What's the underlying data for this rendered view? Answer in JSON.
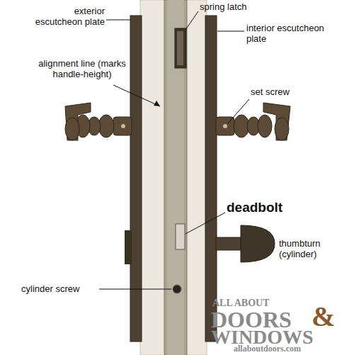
{
  "diagram": {
    "labels": [
      "exterior escutcheon plate",
      "spring latch",
      "interior escutcheon plate",
      "alignment line (marks handle-height)",
      "set screw",
      "deadbolt",
      "thumbturn (cylinder)",
      "cylinder screw",
      "ALL ABOUT",
      "DOORS",
      "&",
      "WINDOWS",
      "allaboutdoors.com"
    ]
  }
}
